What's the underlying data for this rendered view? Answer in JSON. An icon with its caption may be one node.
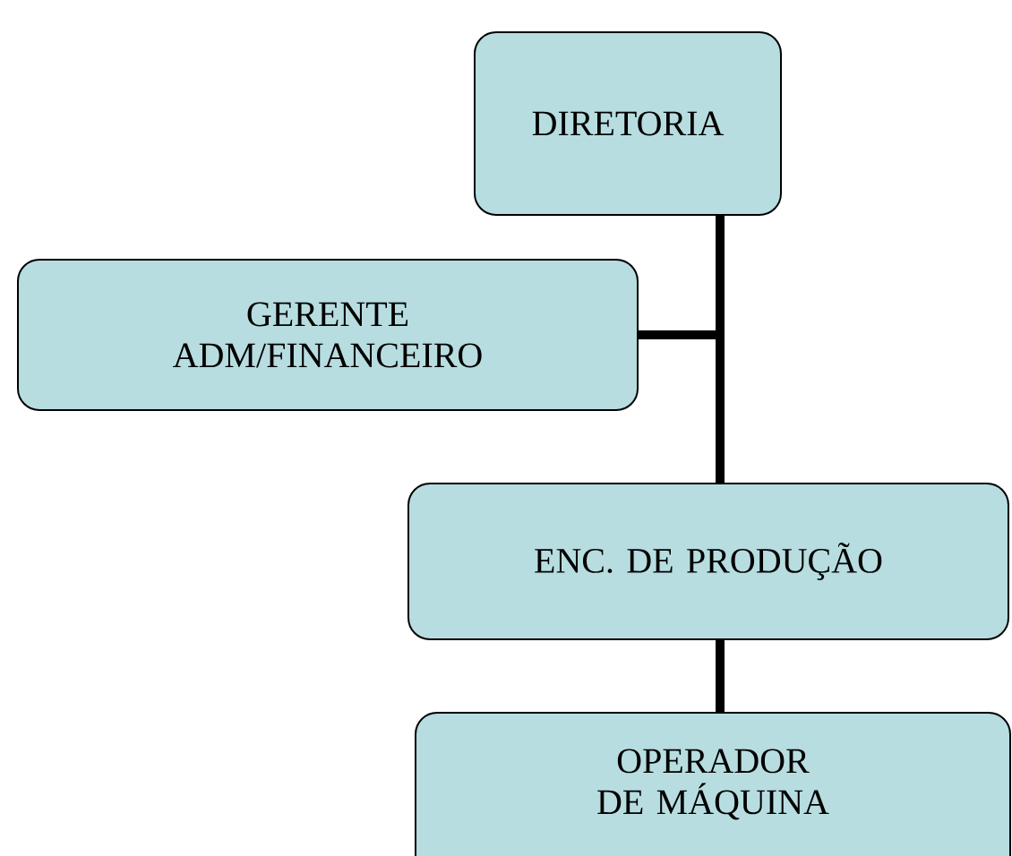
{
  "diagram": {
    "nodes": [
      {
        "text": [
          "DIRETORIA"
        ]
      },
      {
        "text": [
          "GERENTE ADM/FINANCEIRO"
        ]
      },
      {
        "text": [
          "ENC. DE PRODUÇÃO"
        ]
      },
      {
        "text": [
          "OPERADOR DE MÁQUINA"
        ]
      }
    ],
    "edges": [
      {
        "from": 0,
        "to": 1,
        "arrow": "none"
      },
      {
        "from": 0,
        "to": 2,
        "arrow": "none"
      },
      {
        "from": 2,
        "to": 3,
        "arrow": "none"
      }
    ]
  }
}
